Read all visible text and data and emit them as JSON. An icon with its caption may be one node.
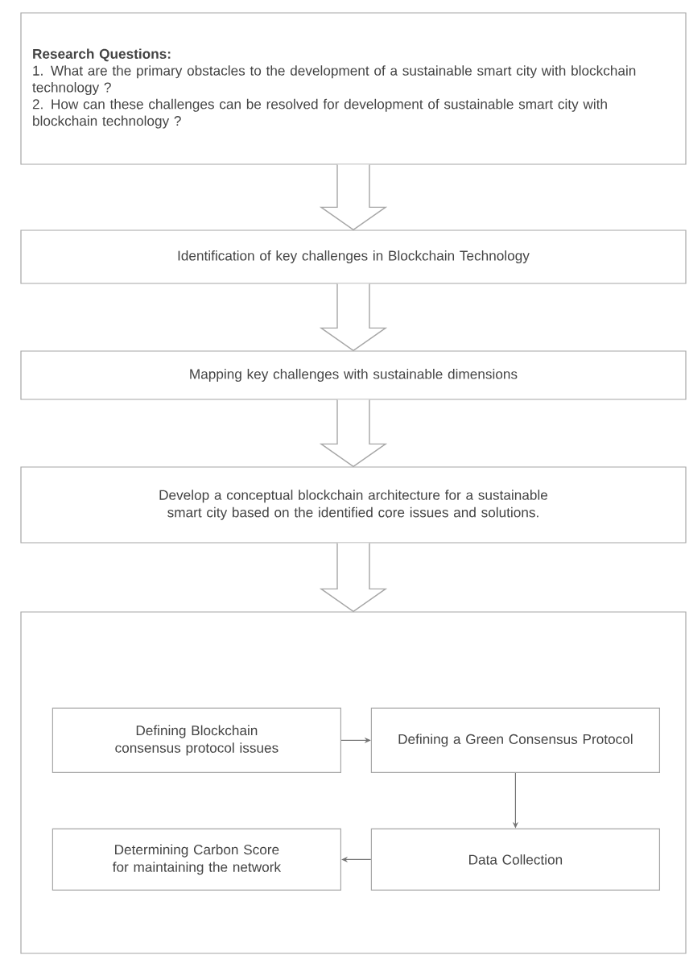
{
  "diagram": {
    "nodes": [
      {
        "text": [
          "Research Questions:",
          "1. What are the primary obstacles to the development of a sustainable smart city with blockchain technology ?",
          "2. How can these challenges can be resolved for development of sustainable smart city with blockchain technology ?"
        ]
      },
      {
        "text": [
          "Identification of key challenges in Blockchain Technology"
        ]
      },
      {
        "text": [
          "Mapping key challenges with sustainable dimensions"
        ]
      },
      {
        "text": [
          "Develop a conceptual blockchain architecture for a sustainable smart city based on the identified core issues and solutions."
        ]
      },
      {
        "text": [],
        "shape": "box"
      },
      {
        "text": [
          "Defining Blockchain consensus protocol issues"
        ],
        "in": 4
      },
      {
        "text": [
          "Defining a Green Consensus Protocol"
        ],
        "in": 4
      },
      {
        "text": [
          "Data Collection"
        ],
        "in": 4
      },
      {
        "text": [
          "Determining Carbon Score for maintaining the network"
        ],
        "in": 4
      }
    ],
    "edges": [
      {
        "from": 0,
        "to": 1,
        "arrow": "to",
        "style": "thick"
      },
      {
        "from": 1,
        "to": 2,
        "arrow": "to",
        "style": "thick"
      },
      {
        "from": 2,
        "to": 3,
        "arrow": "to",
        "style": "thick"
      },
      {
        "from": 3,
        "to": 4,
        "arrow": "to",
        "style": "thick"
      },
      {
        "from": 5,
        "to": 6,
        "arrow": "to"
      },
      {
        "from": 6,
        "to": 7,
        "arrow": "to"
      },
      {
        "from": 7,
        "to": 8,
        "arrow": "to"
      }
    ]
  }
}
